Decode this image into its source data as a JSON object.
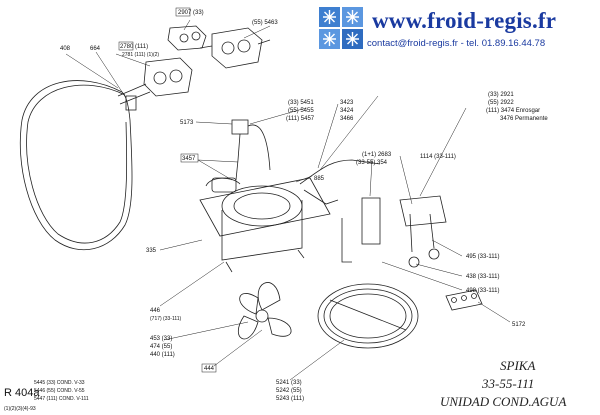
{
  "header": {
    "site_title": "www.froid-regis.fr",
    "contact": "contact@froid-regis.fr - tel. 01.89.16.44.78"
  },
  "title_block": {
    "model": "SPIKA",
    "number": "33-55-111",
    "caption": "UNIDAD  COND.AGUA"
  },
  "ref_code": "R 404a",
  "footer_notes": [
    "5445 (33) COND. V-33",
    "5446 (55) COND. V-55",
    "5447 (111) COND. V-111",
    "(1)(2)(3)(4)-93"
  ],
  "labels": {
    "l2907": "2907 (33)",
    "l5463": "(55) 5463",
    "l408": "408",
    "l664": "664",
    "l2780": "2780 (111)",
    "l2781": "2781 (111) (1)(2)",
    "l5173": "5173",
    "l3457": "3457",
    "l5451": "(33) 5451",
    "l5455": "(55) 5455",
    "l5457": "(111) 5457",
    "l3423": "3423",
    "l3424": "3424",
    "l3466": "3466",
    "l2921": "(33) 2921",
    "l2922": "(55) 2922",
    "l3474": "(111) 3474 Enrosgar",
    "l3475": "3476 Permanente",
    "l2683": "(1+1) 2683",
    "l354": "(33-55) 354",
    "l1114": "1114 (33-111)",
    "l885": "885",
    "l335": "335",
    "l446": "446",
    "l3717": "(717) (33-111)",
    "l453": "453 (33)",
    "l474": "474 (55)",
    "l440": "440 (111)",
    "l444": "444",
    "l495": "495 (33-111)",
    "l438": "438 (33-111)",
    "l498": "498 (33-111)",
    "l5172": "5172",
    "l5241": "5241 (33)",
    "l5242": "5242 (55)",
    "l5243": "5243 (111)"
  }
}
